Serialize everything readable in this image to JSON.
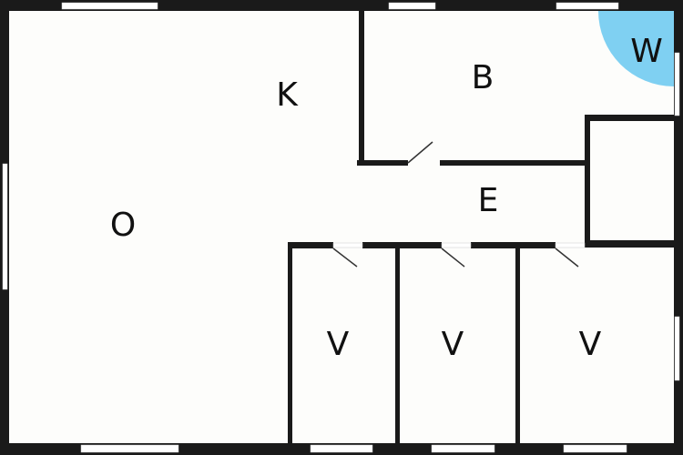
{
  "rooms": {
    "kitchen": "K",
    "living": "O",
    "bathroom": "B",
    "wc_shower": "W",
    "entrance": "E",
    "bedroom1": "V",
    "bedroom2": "V",
    "bedroom3": "V"
  },
  "colors": {
    "wall": "#1a1a1a",
    "floor": "#fdfdfb",
    "wet_area": "#7fd0f2",
    "window": "#ffffff"
  }
}
